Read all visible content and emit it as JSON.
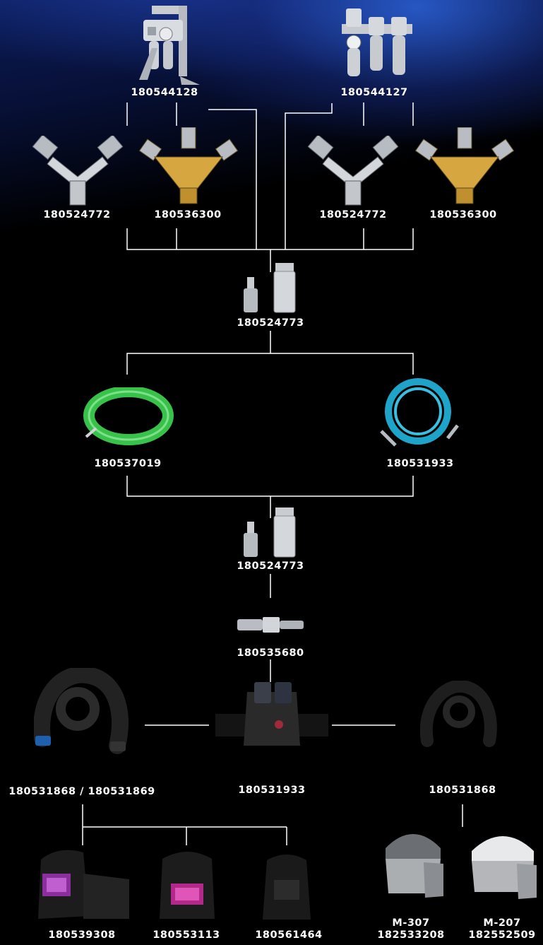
{
  "labels": {
    "regulator_left": "180544128",
    "regulator_right": "180544127",
    "y_fitting_1": "180524772",
    "branch_fitting_1": "180536300",
    "y_fitting_2": "180524772",
    "branch_fitting_2": "180536300",
    "coupler_top": "180524773",
    "green_hose": "180537019",
    "blue_hose": "180531933",
    "coupler_mid": "180524773",
    "connector": "180535680",
    "breathing_tube_left": "180531868 / 180531869",
    "belt_unit": "180531933",
    "breathing_tube_right": "180531868",
    "helmet_1": "180539308",
    "helmet_2": "180553113",
    "helmet_3": "180561464",
    "headtop_1_model": "M-307",
    "headtop_1_code": "182533208",
    "headtop_2_model": "M-207",
    "headtop_2_code": "182552509"
  }
}
